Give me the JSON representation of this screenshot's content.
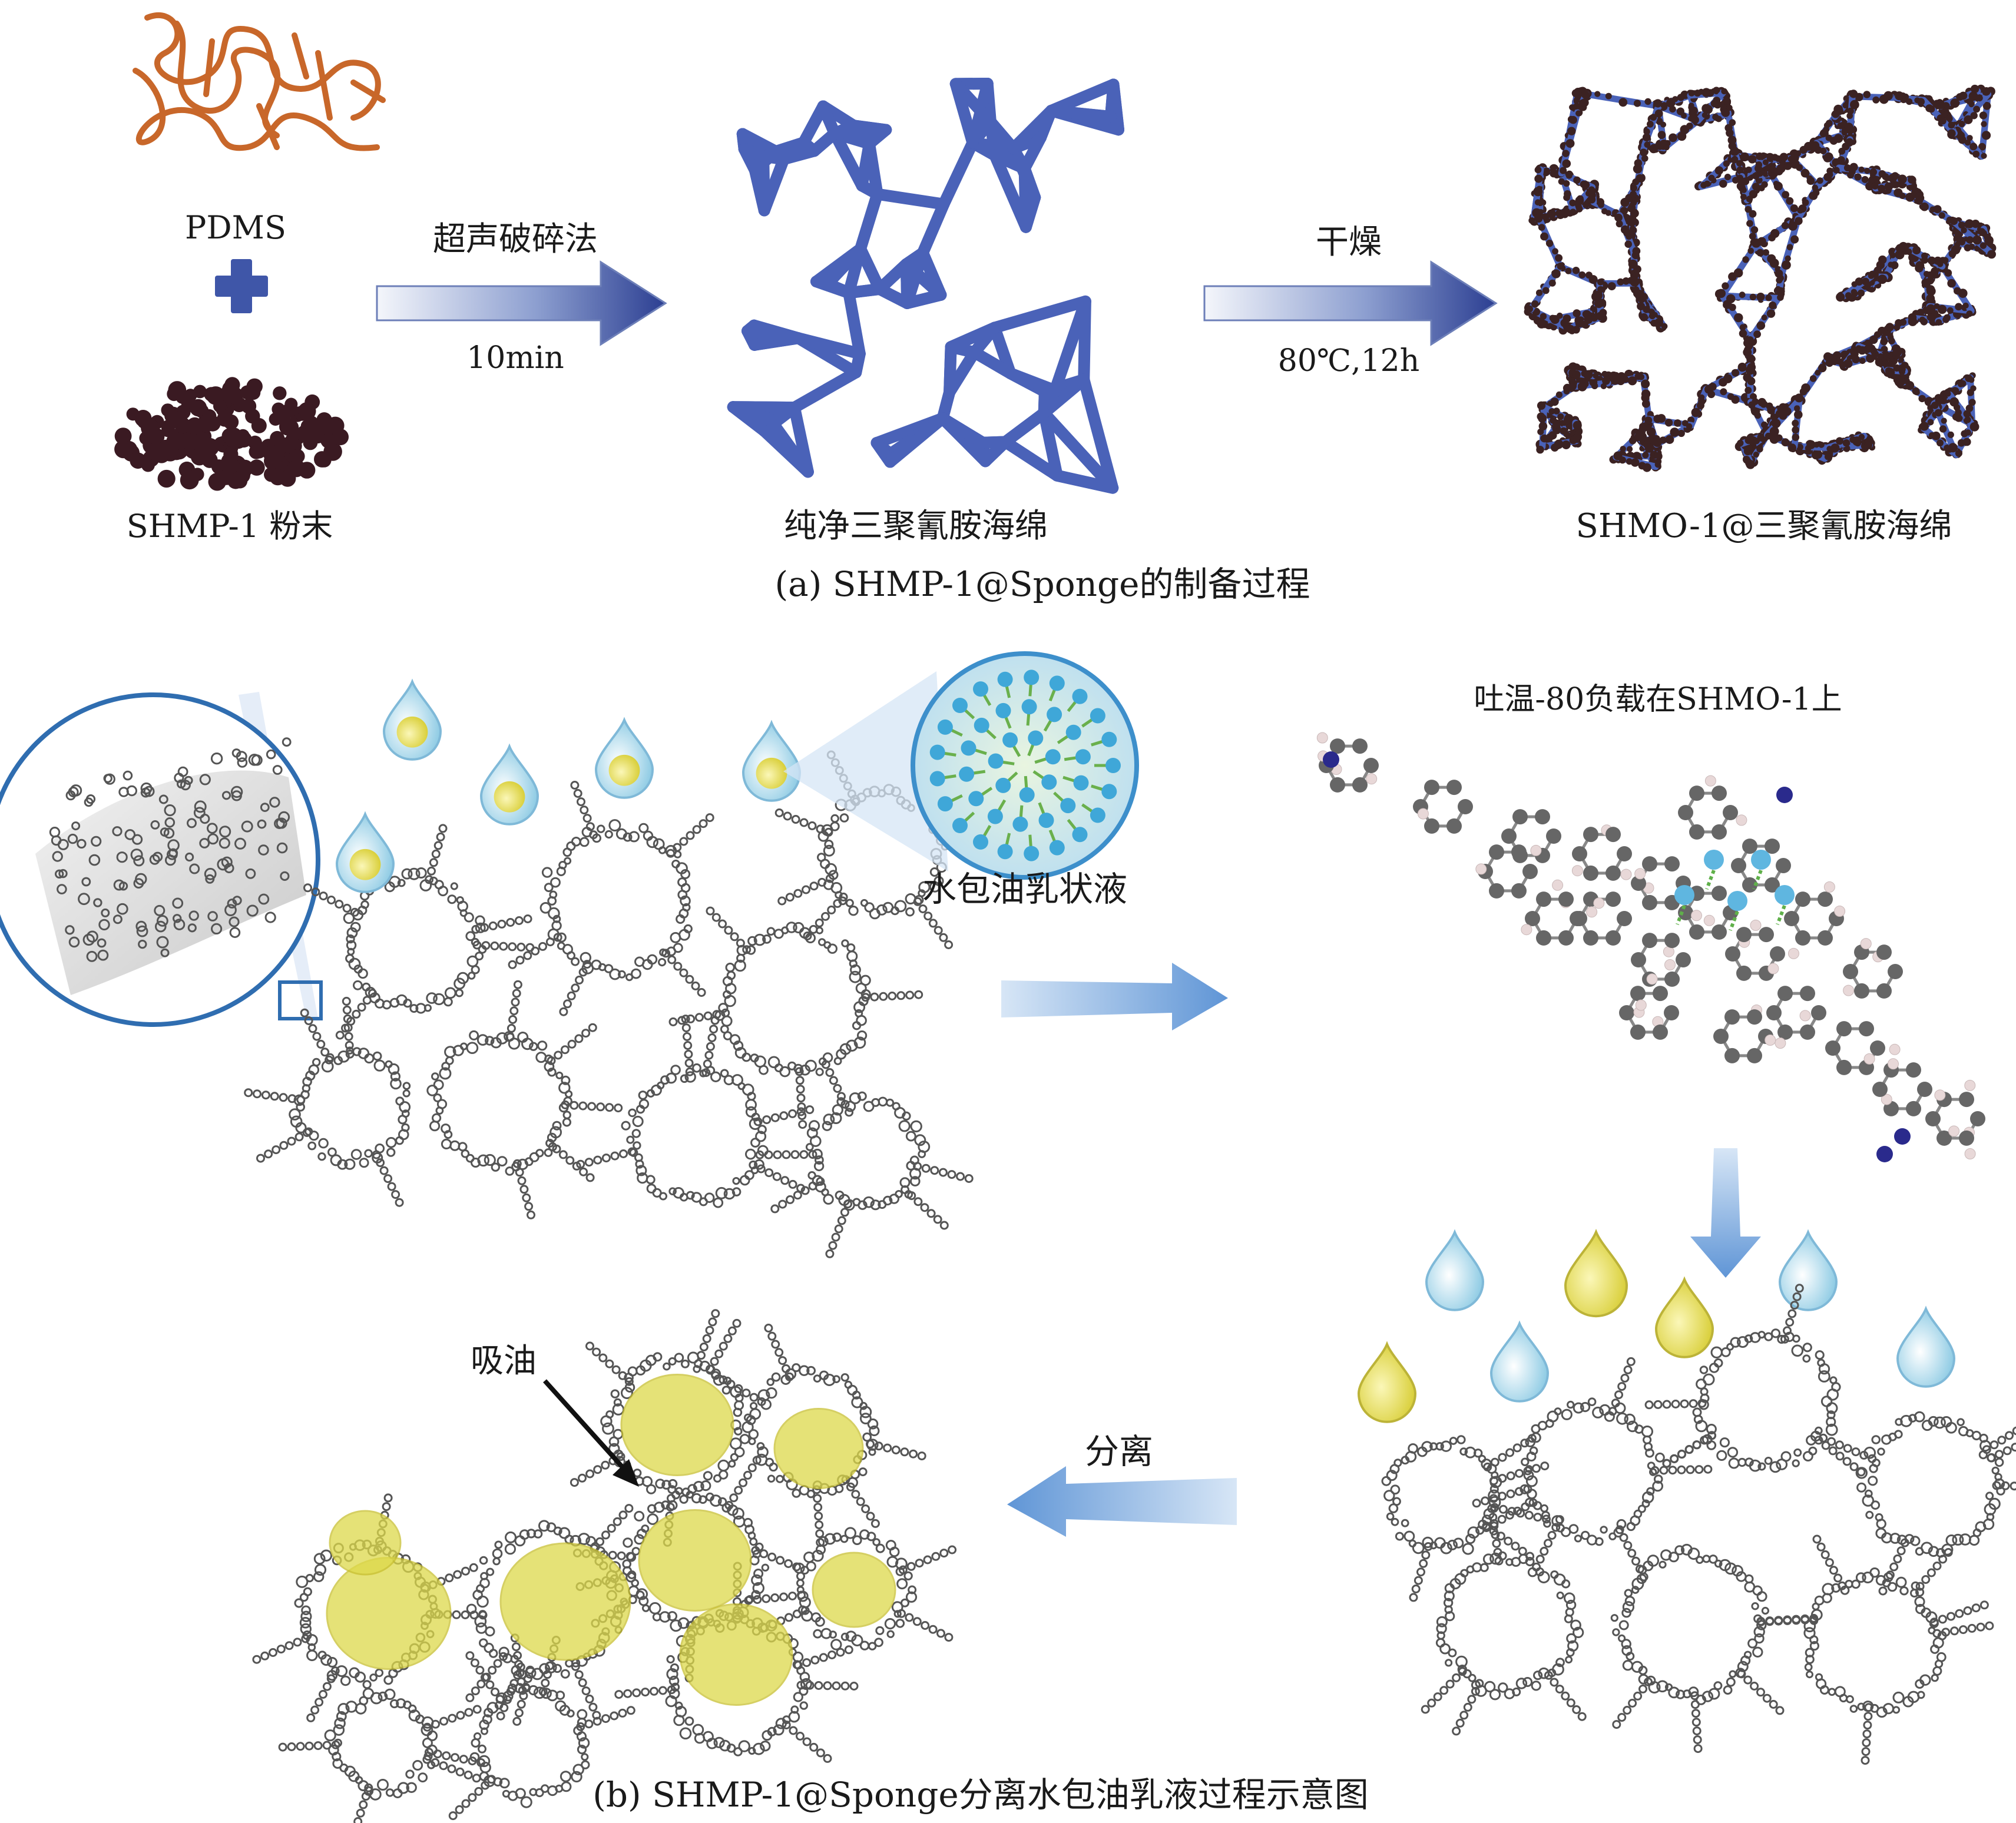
{
  "panel_a": {
    "caption": "(a) SHMP-1@Sponge的制备过程",
    "pdms_label": "PDMS",
    "powder_label": "SHMP-1 粉末",
    "step1": {
      "top": "超声破碎法",
      "bottom": "10min"
    },
    "pure_sponge_label": "纯净三聚氰胺海绵",
    "step2": {
      "top": "干燥",
      "bottom": "80℃,12h"
    },
    "loaded_sponge_label": "SHMO-1@三聚氰胺海绵"
  },
  "panel_b": {
    "caption": "(b) SHMP-1@Sponge分离水包油乳液过程示意图",
    "emulsion_label": "水包油乳状液",
    "tween_label": "吐温-80负载在SHMO-1上",
    "separate_label": "分离",
    "absorb_label": "吸油"
  },
  "colors": {
    "pdms": "#c8672a",
    "powder": "#3a1a22",
    "sponge_blue": "#4a62b8",
    "arrow_dark": "#2c3f92",
    "arrow_light": "#e8eef8",
    "flow_arrow": "#6f9fd8",
    "oil": "#ddd94a",
    "water": "#7fc3e0",
    "framework": "#555555",
    "carbon": "#666666",
    "hydrogen": "#e8d8d8",
    "nitrogen": "#2a2a8c"
  }
}
